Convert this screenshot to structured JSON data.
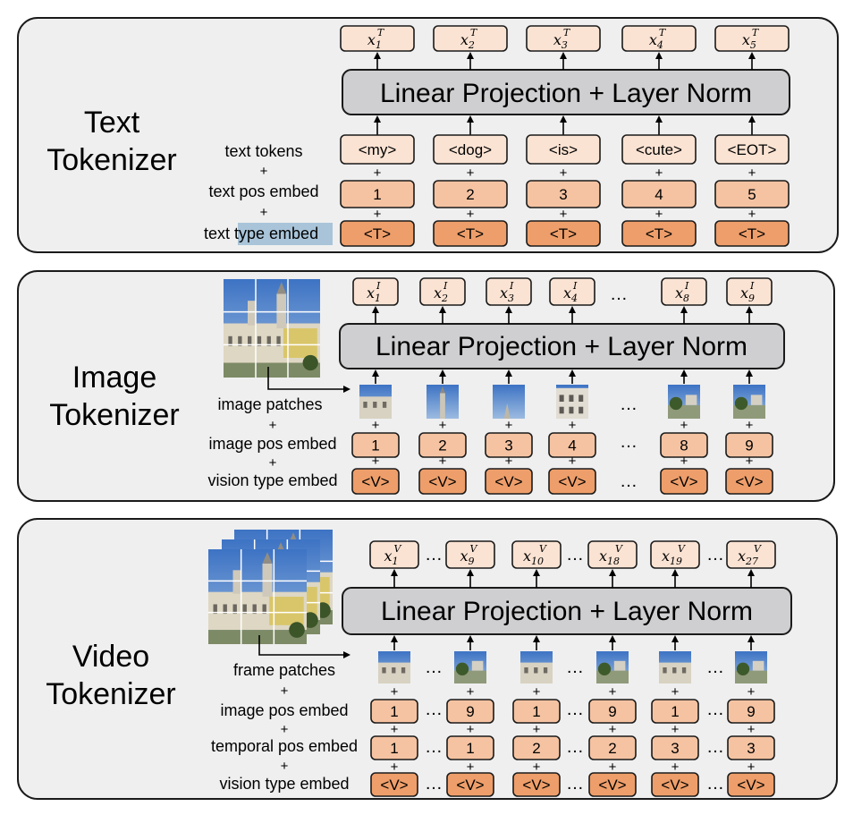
{
  "text_panel": {
    "title_line1": "Text",
    "title_line2": "Tokenizer",
    "projection": "Linear Projection + Layer Norm",
    "row_label_tokens": "text tokens",
    "row_label_pos": "text pos embed",
    "row_label_type_a": "text ",
    "row_label_type_b": "type embed",
    "plus": "+",
    "outputs": [
      {
        "base": "x",
        "sub": "1",
        "sup": "T"
      },
      {
        "base": "x",
        "sub": "2",
        "sup": "T"
      },
      {
        "base": "x",
        "sub": "3",
        "sup": "T"
      },
      {
        "base": "x",
        "sub": "4",
        "sup": "T"
      },
      {
        "base": "x",
        "sub": "5",
        "sup": "T"
      }
    ],
    "tokens": [
      "<my>",
      "<dog>",
      "<is>",
      "<cute>",
      "<EOT>"
    ],
    "pos": [
      "1",
      "2",
      "3",
      "4",
      "5"
    ],
    "types": [
      "<T>",
      "<T>",
      "<T>",
      "<T>",
      "<T>"
    ]
  },
  "image_panel": {
    "title_line1": "Image",
    "title_line2": "Tokenizer",
    "projection": "Linear Projection + Layer Norm",
    "row_label_patches": "image patches",
    "row_label_pos": "image pos embed",
    "row_label_type": "vision type embed",
    "plus": "+",
    "ellipsis": "…",
    "outputs": [
      {
        "base": "x",
        "sub": "1",
        "sup": "I"
      },
      {
        "base": "x",
        "sub": "2",
        "sup": "I"
      },
      {
        "base": "x",
        "sub": "3",
        "sup": "I"
      },
      {
        "base": "x",
        "sub": "4",
        "sup": "I"
      },
      {
        "base": "x",
        "sub": "8",
        "sup": "I"
      },
      {
        "base": "x",
        "sub": "9",
        "sup": "I"
      }
    ],
    "pos": [
      "1",
      "2",
      "3",
      "4",
      "8",
      "9"
    ],
    "types": [
      "<V>",
      "<V>",
      "<V>",
      "<V>",
      "<V>",
      "<V>"
    ]
  },
  "video_panel": {
    "title_line1": "Video",
    "title_line2": "Tokenizer",
    "projection": "Linear Projection + Layer Norm",
    "row_label_patches": "frame patches",
    "row_label_pos": "image pos embed",
    "row_label_temporal": "temporal pos embed",
    "row_label_type": "vision type embed",
    "plus": "+",
    "ellipsis": "…",
    "outputs": [
      {
        "base": "x",
        "sub": "1",
        "sup": "V"
      },
      {
        "base": "x",
        "sub": "9",
        "sup": "V"
      },
      {
        "base": "x",
        "sub": "10",
        "sup": "V"
      },
      {
        "base": "x",
        "sub": "18",
        "sup": "V"
      },
      {
        "base": "x",
        "sub": "19",
        "sup": "V"
      },
      {
        "base": "x",
        "sub": "27",
        "sup": "V"
      }
    ],
    "pos": [
      "1",
      "9",
      "1",
      "9",
      "1",
      "9"
    ],
    "temporal": [
      "1",
      "1",
      "2",
      "2",
      "3",
      "3"
    ],
    "types": [
      "<V>",
      "<V>",
      "<V>",
      "<V>",
      "<V>",
      "<V>"
    ]
  },
  "colors": {
    "panel_fill": "#efefef",
    "projection_fill": "#cfcfd1",
    "token_fill": "#fbe3d3",
    "pos_fill": "#f5c3a2",
    "type_fill": "#ee9e6a",
    "highlight": "#a9c4d9"
  }
}
